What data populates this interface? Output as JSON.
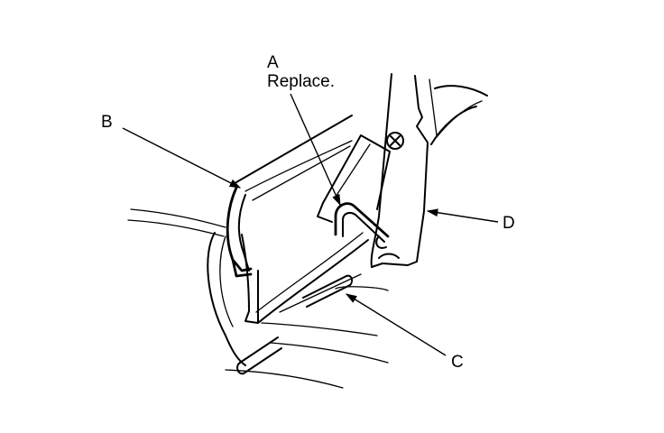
{
  "callouts": {
    "a": {
      "letter": "A",
      "note": "Replace."
    },
    "b": {
      "letter": "B"
    },
    "c": {
      "letter": "C"
    },
    "d": {
      "letter": "D"
    }
  }
}
